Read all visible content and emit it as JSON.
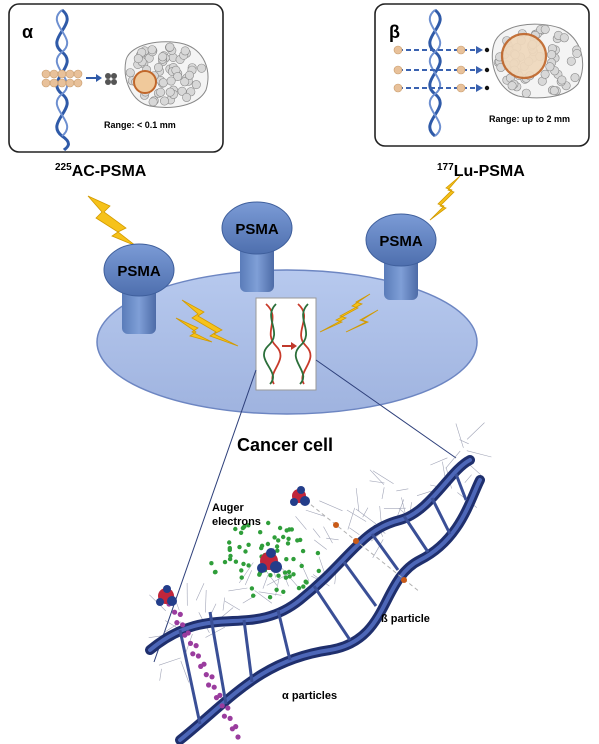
{
  "panel_alpha": {
    "greek": "α",
    "range": "Range: < 0.1 mm",
    "isotope_mass": "225",
    "label": "AC-PSMA"
  },
  "panel_beta": {
    "greek": "β",
    "range": "Range: up to 2 mm",
    "isotope_mass": "177",
    "label": "Lu-PSMA"
  },
  "receptors": [
    "PSMA",
    "PSMA",
    "PSMA"
  ],
  "cell_label": "Cancer cell",
  "dna_labels": {
    "auger_line1": "Auger",
    "auger_line2": "electrons",
    "beta_particle": "ß particle",
    "alpha_particles": "α particles"
  },
  "colors": {
    "cell_fill": "#a9bde6",
    "receptor": "#5b7fbf",
    "lightning": "#f4c21b",
    "dna_helix": "#2f4fa0",
    "tumor_dot": "#c8c8c8",
    "tumor_core": "#e7b98a",
    "auger": "#2f9e3a",
    "alpha_track": "#9a3c9e"
  }
}
